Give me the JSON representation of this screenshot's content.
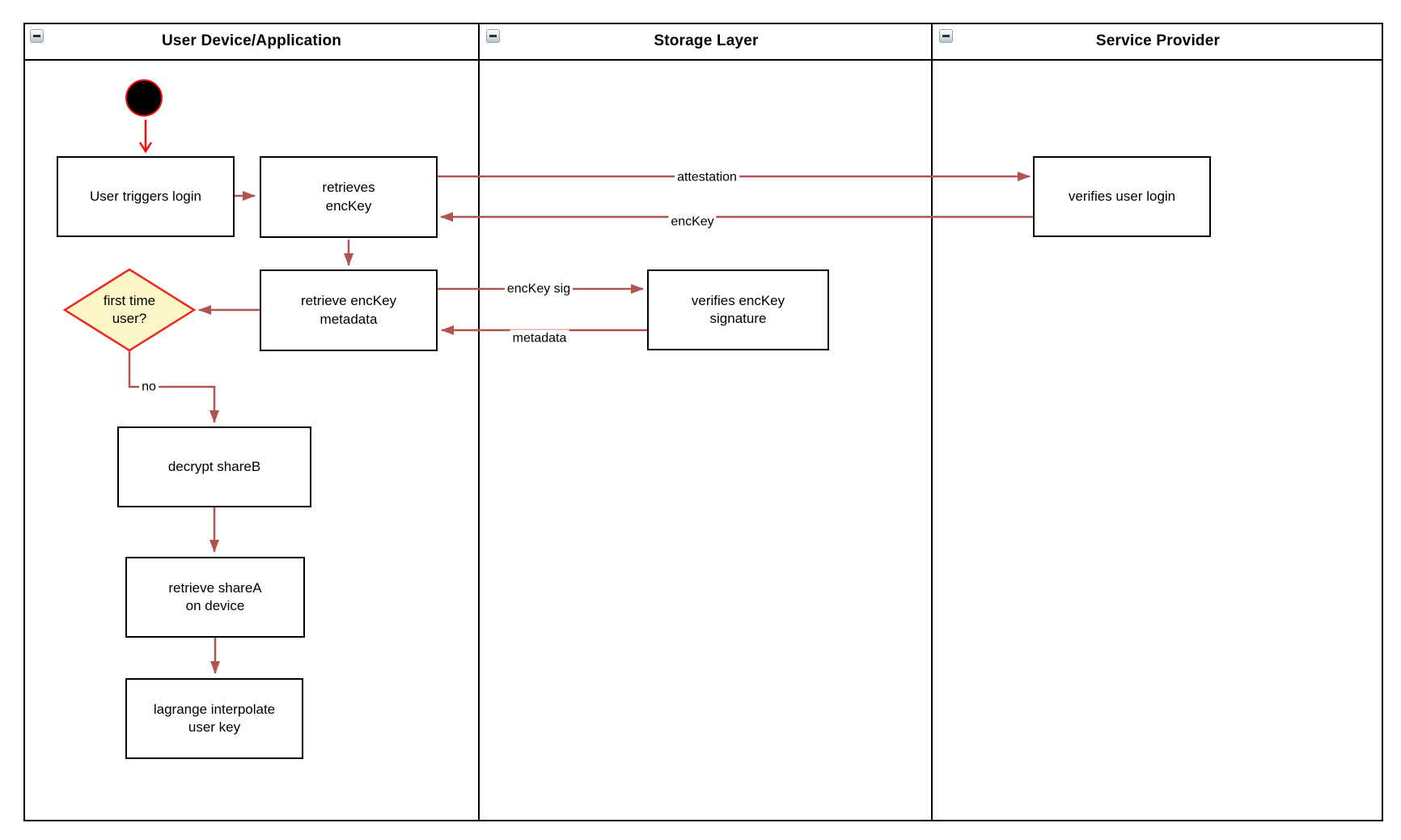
{
  "diagram": {
    "lanes": [
      {
        "title": "User Device/Application"
      },
      {
        "title": "Storage Layer"
      },
      {
        "title": "Service Provider"
      }
    ],
    "nodes": {
      "user_triggers_login": {
        "label": "User triggers login"
      },
      "retrieves_enckey": {
        "label": "retrieves\nencKey"
      },
      "retrieve_enckey_metadata": {
        "label": "retrieve encKey\nmetadata"
      },
      "first_time_user": {
        "label": "first time\nuser?"
      },
      "decrypt_shareb": {
        "label": "decrypt shareB"
      },
      "retrieve_sharea": {
        "label": "retrieve shareA\non device"
      },
      "lagrange_interpolate": {
        "label": "lagrange interpolate\nuser key"
      },
      "verifies_enckey_signature": {
        "label": "verifies encKey\nsignature"
      },
      "verifies_user_login": {
        "label": "verifies user login"
      }
    },
    "edge_labels": {
      "attestation": "attestation",
      "enckey": "encKey",
      "enckey_sig": "encKey sig",
      "metadata": "metadata",
      "no": "no"
    },
    "colors": {
      "edge_dark_red": "#B05450",
      "accent_red": "#F20D0D",
      "decision_fill": "#FAF6C8",
      "decision_border": "#F3261B",
      "node_border": "#000000",
      "node_fill": "#FFFFFF"
    }
  }
}
